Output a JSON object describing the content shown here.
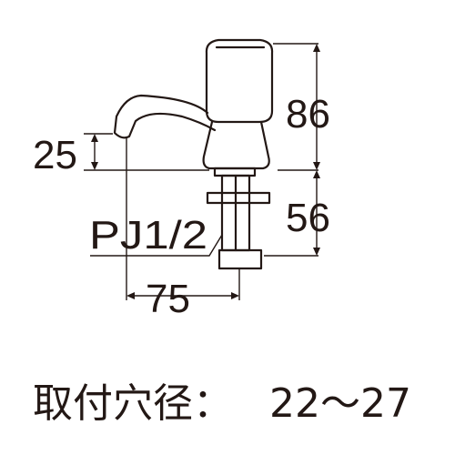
{
  "dimensions": {
    "body_height": "86",
    "spout_height": "25",
    "shank_length": "56",
    "width": "75"
  },
  "thread": "PJ1/2",
  "caption": {
    "label": "取付穴径：",
    "value": "22～27"
  },
  "colors": {
    "line": "#231815",
    "background": "#ffffff"
  }
}
